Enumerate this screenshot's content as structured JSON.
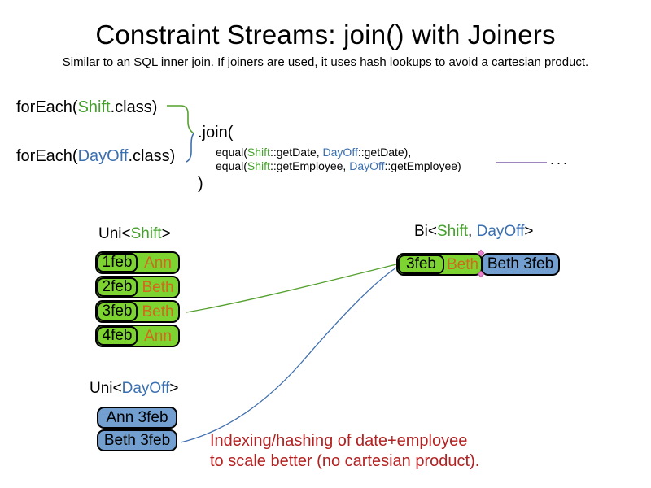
{
  "header": {
    "title": "Constraint Streams: join() with Joiners",
    "subtitle": "Similar to an SQL inner join. If joiners are used, it uses hash lookups to avoid a cartesian product."
  },
  "code": {
    "foreach_shift": {
      "fn": "forEach(",
      "arg": "Shift",
      "suffix": ".class)"
    },
    "foreach_dayoff": {
      "fn": "forEach(",
      "arg": "DayOff",
      "suffix": ".class)"
    },
    "join_open": ".join(",
    "joiner_date": {
      "fn": "equal(",
      "left_class": "Shift",
      "left_rest": "::getDate, ",
      "right_class": "DayOff",
      "right_rest": "::getDate),"
    },
    "joiner_employee": {
      "fn": "equal(",
      "left_class": "Shift",
      "left_rest": "::getEmployee, ",
      "right_class": "DayOff",
      "right_rest": "::getEmployee)"
    },
    "join_close": ")",
    "ellipsis": "..."
  },
  "uni_shift": {
    "label_pre": "Uni<",
    "label_type": "Shift",
    "label_post": ">",
    "rows": [
      {
        "date": "1feb",
        "employee": "Ann"
      },
      {
        "date": "2feb",
        "employee": "Beth"
      },
      {
        "date": "3feb",
        "employee": "Beth"
      },
      {
        "date": "4feb",
        "employee": "Ann"
      }
    ]
  },
  "uni_dayoff": {
    "label_pre": "Uni<",
    "label_type": "DayOff",
    "label_post": ">",
    "rows": [
      {
        "text": "Ann 3feb"
      },
      {
        "text": "Beth 3feb"
      }
    ]
  },
  "bi": {
    "label_pre": "Bi<",
    "label_type1": "Shift",
    "label_sep": ", ",
    "label_type2": "DayOff",
    "label_post": ">",
    "row": {
      "date": "3feb",
      "employee": "Beth",
      "dayoff_text": "Beth 3feb"
    }
  },
  "note": {
    "line1": "Indexing/hashing of date+employee",
    "line2": "to scale better (no cartesian product)."
  },
  "colors": {
    "shift_text_green": "#44a12c",
    "dayoff_text_blue": "#3a6fb0",
    "employee_text_orange": "#d2691e",
    "shift_fill_green": "#7dd430",
    "dayoff_fill_blue": "#729fcf",
    "note_red": "#b22222",
    "purple_line": "#7b5ea7",
    "glue_point_pink": "#ec82d0"
  }
}
